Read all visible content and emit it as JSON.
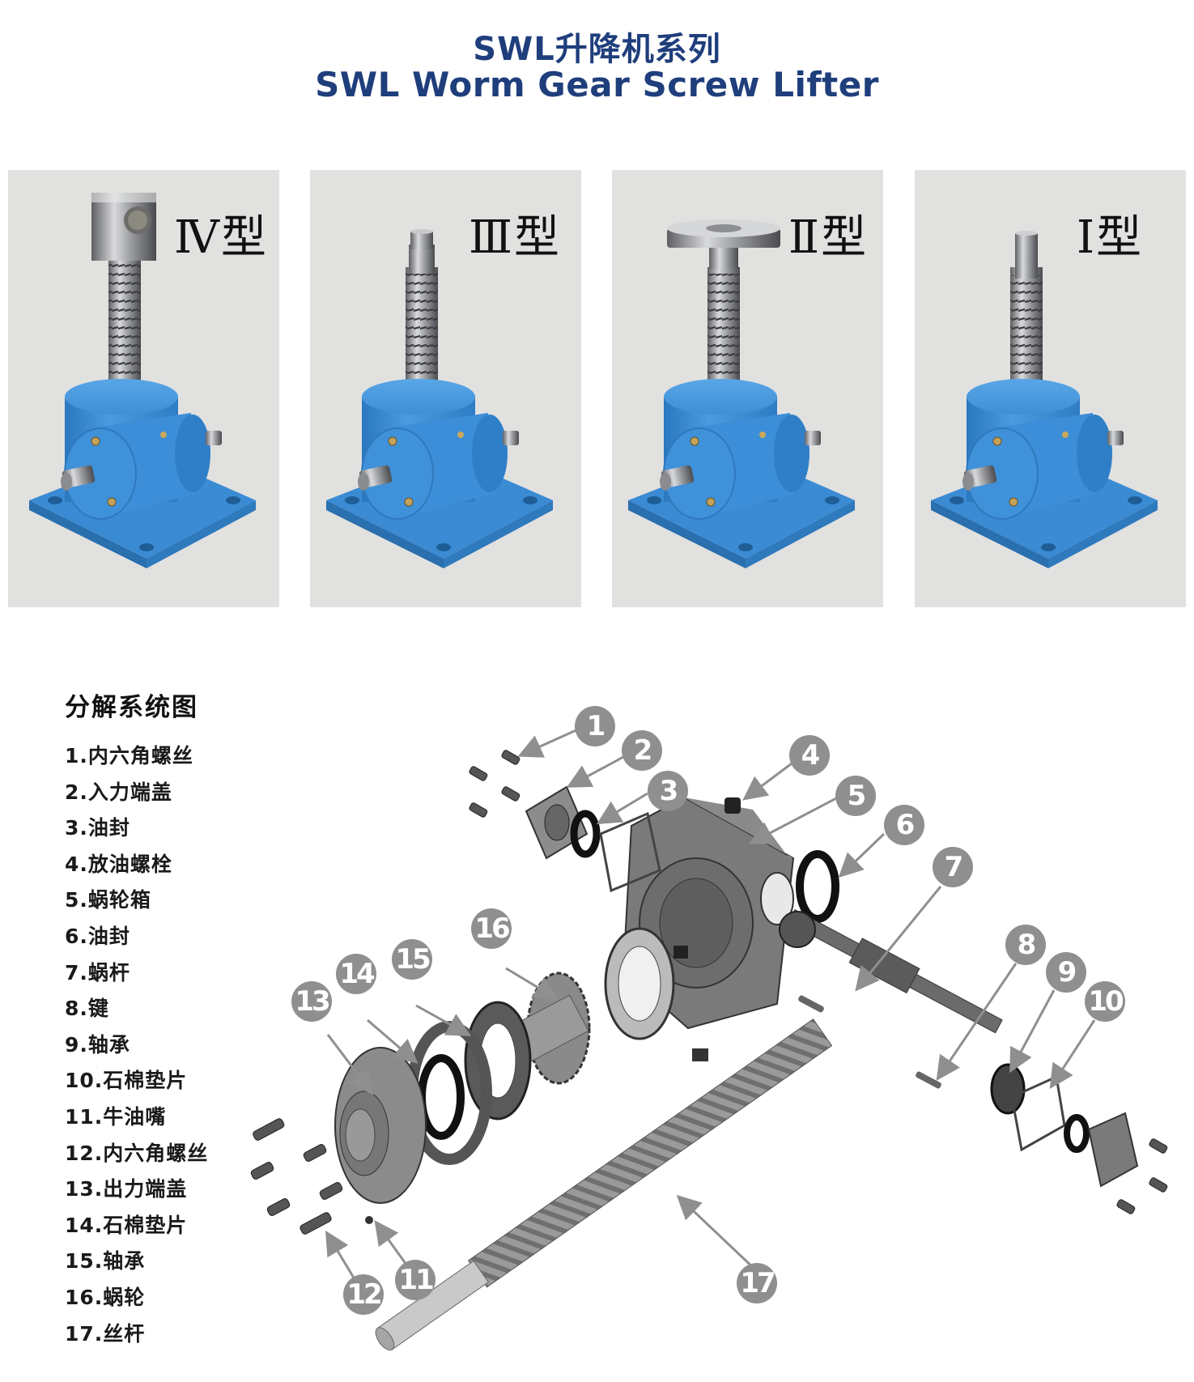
{
  "header": {
    "title_cn": "SWL升降机系列",
    "title_en": "SWL Worm Gear Screw Lifter"
  },
  "models": [
    {
      "label": "Ⅳ型",
      "top_fitting": "clevis-block"
    },
    {
      "label": "Ⅲ型",
      "top_fitting": "threaded-end"
    },
    {
      "label": "Ⅱ型",
      "top_fitting": "flange-plate"
    },
    {
      "label": "Ⅰ型",
      "top_fitting": "plain-shaft"
    }
  ],
  "colors": {
    "title": "#1f3e7c",
    "housing_blue": "#3d8fd6",
    "panel_bg": "#e1e1e0",
    "callout_gray": "#8f8f8f"
  },
  "exploded_view": {
    "heading": "分解系统图",
    "parts": [
      {
        "no": "1",
        "text": "1.内六角螺丝"
      },
      {
        "no": "2",
        "text": "2.入力端盖"
      },
      {
        "no": "3",
        "text": "3.油封"
      },
      {
        "no": "4",
        "text": "4.放油螺栓"
      },
      {
        "no": "5",
        "text": "5.蜗轮箱"
      },
      {
        "no": "6",
        "text": "6.油封"
      },
      {
        "no": "7",
        "text": "7.蜗杆"
      },
      {
        "no": "8",
        "text": "8.键"
      },
      {
        "no": "9",
        "text": "9.轴承"
      },
      {
        "no": "10",
        "text": "10.石棉垫片"
      },
      {
        "no": "11",
        "text": "11.牛油嘴"
      },
      {
        "no": "12",
        "text": "12.内六角螺丝"
      },
      {
        "no": "13",
        "text": "13.出力端盖"
      },
      {
        "no": "14",
        "text": "14.石棉垫片"
      },
      {
        "no": "15",
        "text": "15.轴承"
      },
      {
        "no": "16",
        "text": "16.蜗轮"
      },
      {
        "no": "17",
        "text": "17.丝杆"
      }
    ],
    "callouts": [
      "1",
      "2",
      "3",
      "4",
      "5",
      "6",
      "7",
      "8",
      "9",
      "10",
      "11",
      "12",
      "13",
      "14",
      "15",
      "16",
      "17"
    ]
  }
}
